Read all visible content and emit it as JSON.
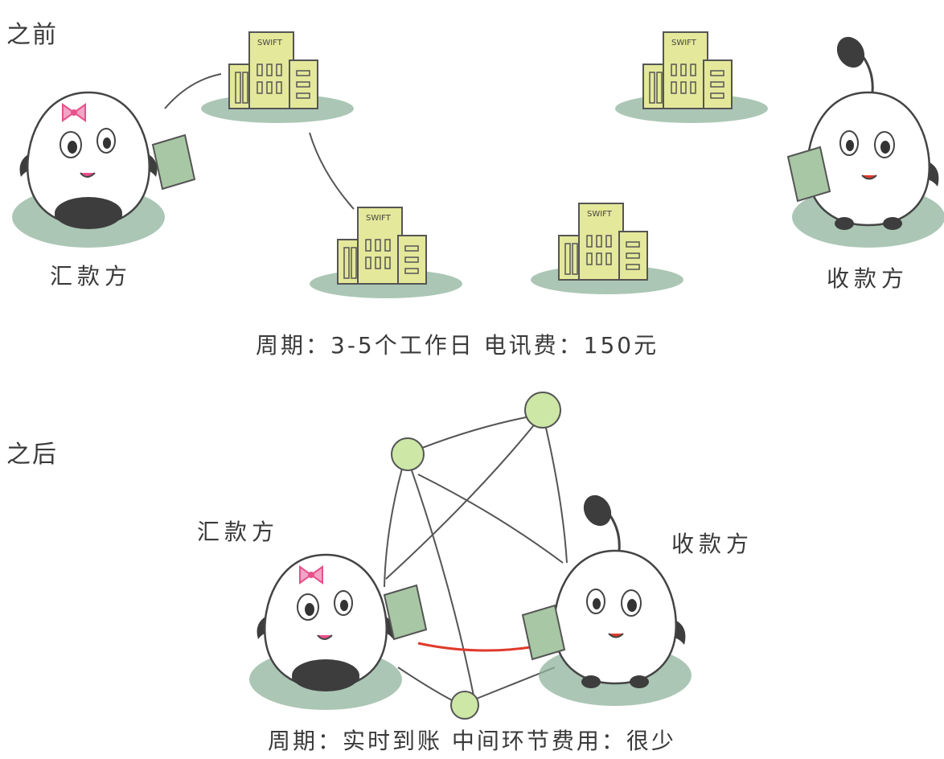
{
  "before": {
    "section_label": "之前",
    "sender_label": "汇款方",
    "receiver_label": "收款方",
    "bank_sign": "SWIFT",
    "caption": "周期：3-5个工作日 电讯费：150元"
  },
  "after": {
    "section_label": "之后",
    "sender_label": "汇款方",
    "receiver_label": "收款方",
    "caption": "周期：实时到账 中间环节费用：很少"
  },
  "colors": {
    "building_fill": "#e4e89a",
    "ground": "#8fb39c",
    "node_fill": "#cde7a6",
    "direct_link": "#e03a2b",
    "character_dark": "#3d3d3d",
    "bow": "#e8508a"
  },
  "icons": [
    "swift-bank-building-icon",
    "sender-character-icon",
    "receiver-character-icon",
    "network-node-icon",
    "document-icon"
  ]
}
